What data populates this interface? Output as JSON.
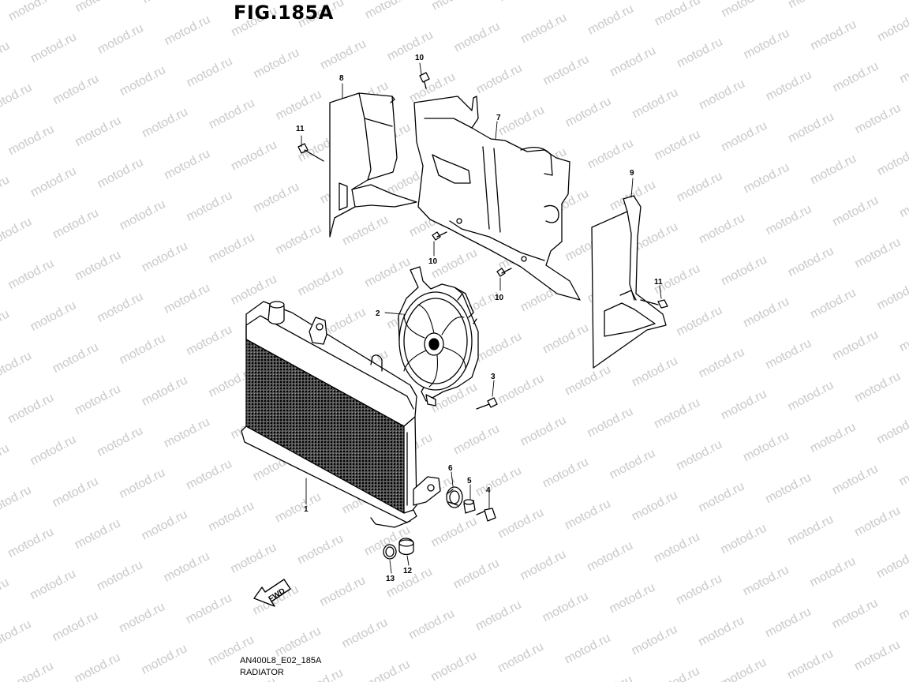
{
  "figure": {
    "title": "FIG.185A"
  },
  "footer": {
    "model_code": "AN400L8_E02_185A",
    "section_name": "RADIATOR"
  },
  "watermark": {
    "text": "motod.ru",
    "color": "#c8c8c8"
  },
  "fwd_arrow": {
    "label": "FWD"
  },
  "callouts": [
    {
      "id": "1",
      "label": "1"
    },
    {
      "id": "2",
      "label": "2"
    },
    {
      "id": "3",
      "label": "3"
    },
    {
      "id": "4",
      "label": "4"
    },
    {
      "id": "5",
      "label": "5"
    },
    {
      "id": "6",
      "label": "6"
    },
    {
      "id": "7",
      "label": "7"
    },
    {
      "id": "8",
      "label": "8"
    },
    {
      "id": "9",
      "label": "9"
    },
    {
      "id": "10a",
      "label": "10"
    },
    {
      "id": "10b",
      "label": "10"
    },
    {
      "id": "10c",
      "label": "10"
    },
    {
      "id": "11a",
      "label": "11"
    },
    {
      "id": "11b",
      "label": "11"
    },
    {
      "id": "12",
      "label": "12"
    },
    {
      "id": "13",
      "label": "13"
    }
  ]
}
